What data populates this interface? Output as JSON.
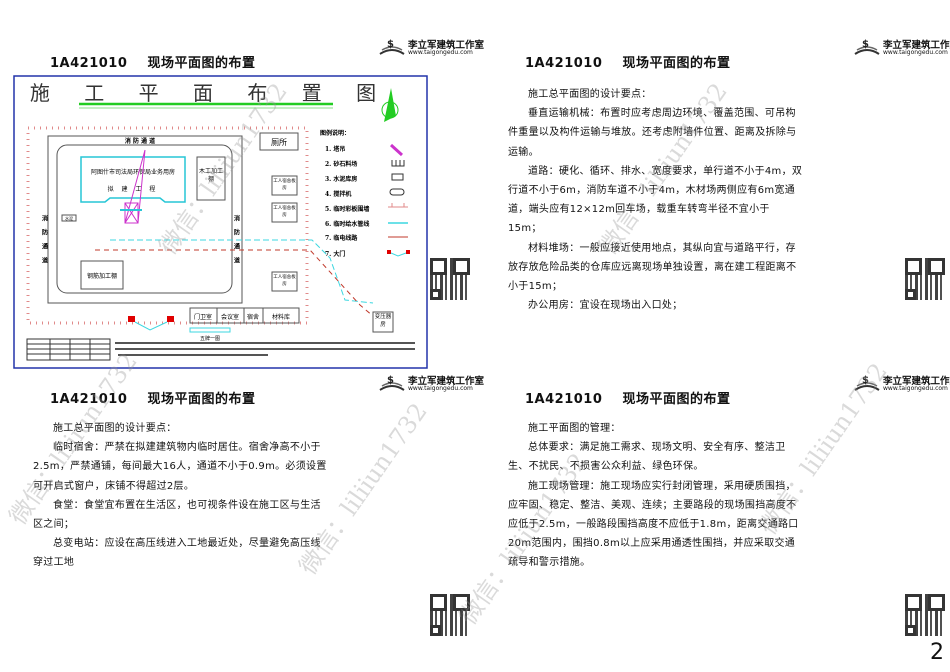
{
  "logo": {
    "name": "李立军建筑工作室",
    "url": "www.taigongedu.com"
  },
  "watermark": "微信：liliiun1732",
  "panels": [
    {
      "heading": "1A421010    现场平面图的布置"
    },
    {
      "heading": "1A421010    现场平面图的布置",
      "paragraphs": [
        "施工总平面图的设计要点：",
        "垂直运输机械：布置时应考虑周边环境、覆盖范围、可吊构件重量以及构件运输与堆放。还考虑附墙件位置、距离及拆除与运输。",
        "道路：硬化、循环、排水、宽度要求，单行道不小于4m，双行道不小于6m，消防车道不小于4m，木材场两侧应有6m宽通道，端头应有12×12m回车场，载重车转弯半径不宜小于15m；",
        "材料堆场：一般应接近使用地点，其纵向宜与道路平行，存放存放危险品类的仓库应远离现场单独设置，离在建工程距离不小于15m；",
        "办公用房：宜设在现场出入口处；"
      ]
    },
    {
      "heading": "1A421010    现场平面图的布置",
      "paragraphs": [
        "施工总平面图的设计要点：",
        "临时宿舍：严禁在拟建建筑物内临时居住。宿舍净高不小于2.5m，严禁通铺，每间最大16人，通道不小于0.9m。必须设置可开启式窗户，床铺不得超过2层。",
        "食堂：食堂宜布置在生活区，也可视条件设在施工区与生活区之间；",
        "总变电站：应设在高压线进入工地最近处，尽量避免高压线穿过工地"
      ]
    },
    {
      "heading": "1A421010    现场平面图的布置",
      "paragraphs": [
        "施工平面图的管理：",
        "总体要求：满足施工需求、现场文明、安全有序、整洁卫生、不扰民、不损害公众利益、绿色环保。",
        "施工现场管理：施工现场应实行封闭管理，采用硬质围挡，应牢固、稳定、整洁、美观、连续；主要路段的现场围挡高度不应低于2.5m，一般路段围挡高度不应低于1.8m，距离交通路口20m范围内，围挡0.8m以上应采用通透性围挡，并应采取交通疏导和警示措施。"
      ]
    }
  ],
  "diagram": {
    "title": "施 工 平 面 布 置 图",
    "road_top": "消 防 通 道",
    "road_side": "消防通道",
    "building": "阿图什市司法局环保局业务用房",
    "building_sub": "拟 建 工 程",
    "wood_shop": "木工加工棚",
    "toilet": "厕所",
    "dorm": "工人宿舍板房",
    "cement": "水泥",
    "steel_shop": "钢筋加工棚",
    "gate_room": "门卫室",
    "meeting": "会议室",
    "dorm2": "宿舍",
    "material": "材料库",
    "transformer": "变压器房",
    "board": "五牌一图",
    "legend_title": "图例说明：",
    "legend": [
      "1. 塔吊",
      "2. 砂石料场",
      "3. 水泥库房",
      "4. 搅拌机",
      "5. 临时彩板围墙",
      "6. 临时给水管线",
      "7. 临电线路",
      "7. 大门"
    ],
    "colors": {
      "water": "#3cd7e0",
      "power": "#c0392b",
      "fence": "#e08a8a",
      "building": "#27c6d6",
      "crane": "#cc33cc",
      "gate": "#e00000",
      "title_line": "#22cc22"
    }
  },
  "page_number": "2"
}
